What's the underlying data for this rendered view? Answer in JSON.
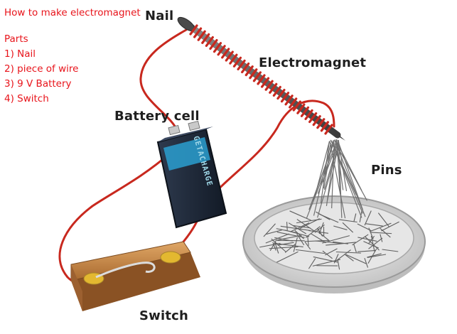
{
  "header": {
    "title": "How to make electromagnet"
  },
  "parts": {
    "heading": "Parts",
    "items": [
      "1) Nail",
      "2) piece of wire",
      "3) 9 V Battery",
      "4) Switch"
    ]
  },
  "labels": {
    "nail": "Nail",
    "electromagnet": "Electromagnet",
    "battery_cell": "Battery cell",
    "pins": "Pins",
    "switch": "Switch"
  },
  "battery": {
    "brand_text": "GETACHARGE"
  },
  "colors": {
    "caption_text": "#e8141b",
    "label_text": "#1f1f1f",
    "wire": "#c8281e",
    "battery_body": "#1f2a3a",
    "battery_accent": "#2a9fd0",
    "switch_wood": "#c98a4a",
    "dish": "#d8d8d8",
    "pins": "#6a6a6a"
  }
}
